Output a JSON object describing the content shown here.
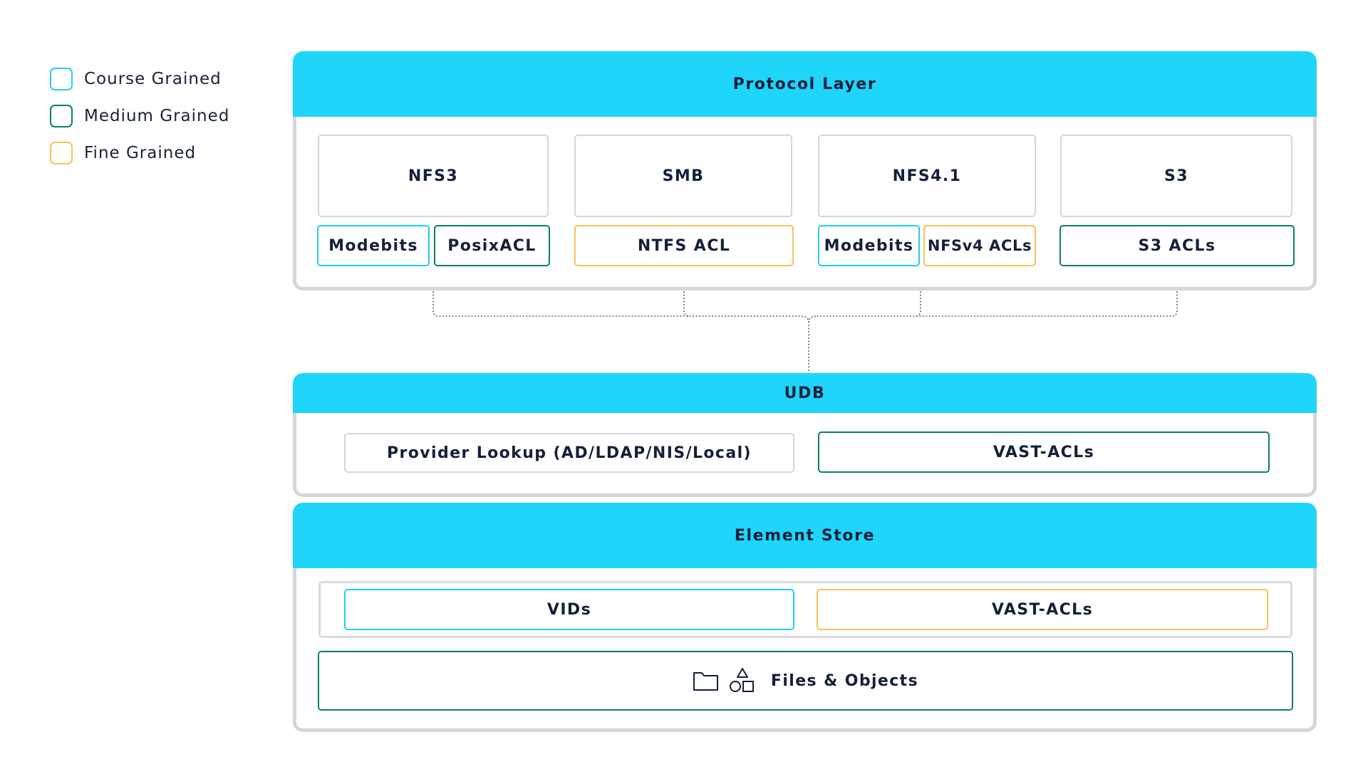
{
  "legend": [
    {
      "label": "Course Grained",
      "color": "#22cdf0"
    },
    {
      "label": "Medium Grained",
      "color": "#0e7d67"
    },
    {
      "label": "Fine Grained",
      "color": "#f6c15a"
    }
  ],
  "protocol_layer": {
    "title": "Protocol Layer",
    "protocols": [
      "NFS3",
      "SMB",
      "NFS4.1",
      "S3"
    ],
    "acls": [
      {
        "label": "Modebits",
        "grain": "course"
      },
      {
        "label": "PosixACL",
        "grain": "medium"
      },
      {
        "label": "NTFS ACL",
        "grain": "fine"
      },
      {
        "label": "Modebits",
        "grain": "course"
      },
      {
        "label": "NFSv4 ACLs",
        "grain": "fine"
      },
      {
        "label": "S3 ACLs",
        "grain": "medium"
      }
    ]
  },
  "udb": {
    "title": "UDB",
    "provider_lookup": "Provider Lookup (AD/LDAP/NIS/Local)",
    "vast_acls": "VAST-ACLs"
  },
  "element_store": {
    "title": "Element Store",
    "vids": "VIDs",
    "vast_acls": "VAST-ACLs",
    "files_objects": "Files & Objects"
  },
  "colors": {
    "header": "#1fd5fa",
    "course": "#22cdf0",
    "medium": "#0e7d67",
    "fine": "#f6c15a",
    "panel_border": "#d4d6db"
  },
  "icons": [
    "folder-icon",
    "shapes-icon"
  ]
}
